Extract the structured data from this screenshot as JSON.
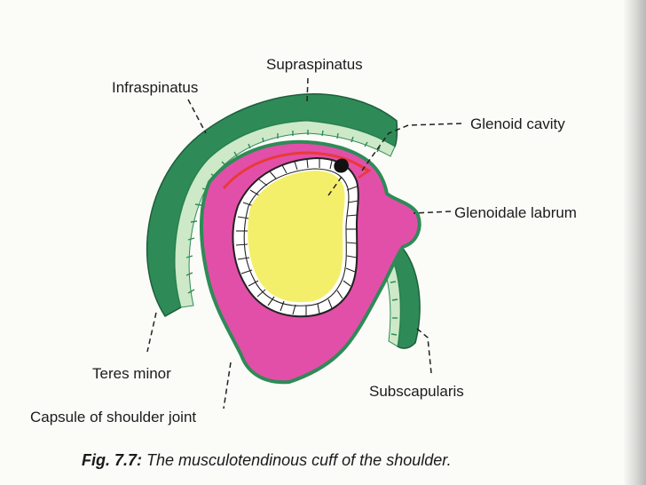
{
  "labels": {
    "supraspinatus": "Supraspinatus",
    "infraspinatus": "Infraspinatus",
    "glenoid_cavity": "Glenoid cavity",
    "glenoidale_labrum": "Glenoidale labrum",
    "teres_minor": "Teres minor",
    "subscapularis": "Subscapularis",
    "capsule": "Capsule of shoulder joint"
  },
  "caption": {
    "figure_number": "Fig. 7.7:",
    "text": "The musculotendinous cuff of the shoulder."
  },
  "colors": {
    "muscle": "#2e8b57",
    "tendon_light": "#a8d8a4",
    "capsule": "#e24fa8",
    "synovial_line": "#e83a3a",
    "cartilage": "#ffffff",
    "glenoid": "#f4ef6a",
    "outline": "#222222"
  }
}
